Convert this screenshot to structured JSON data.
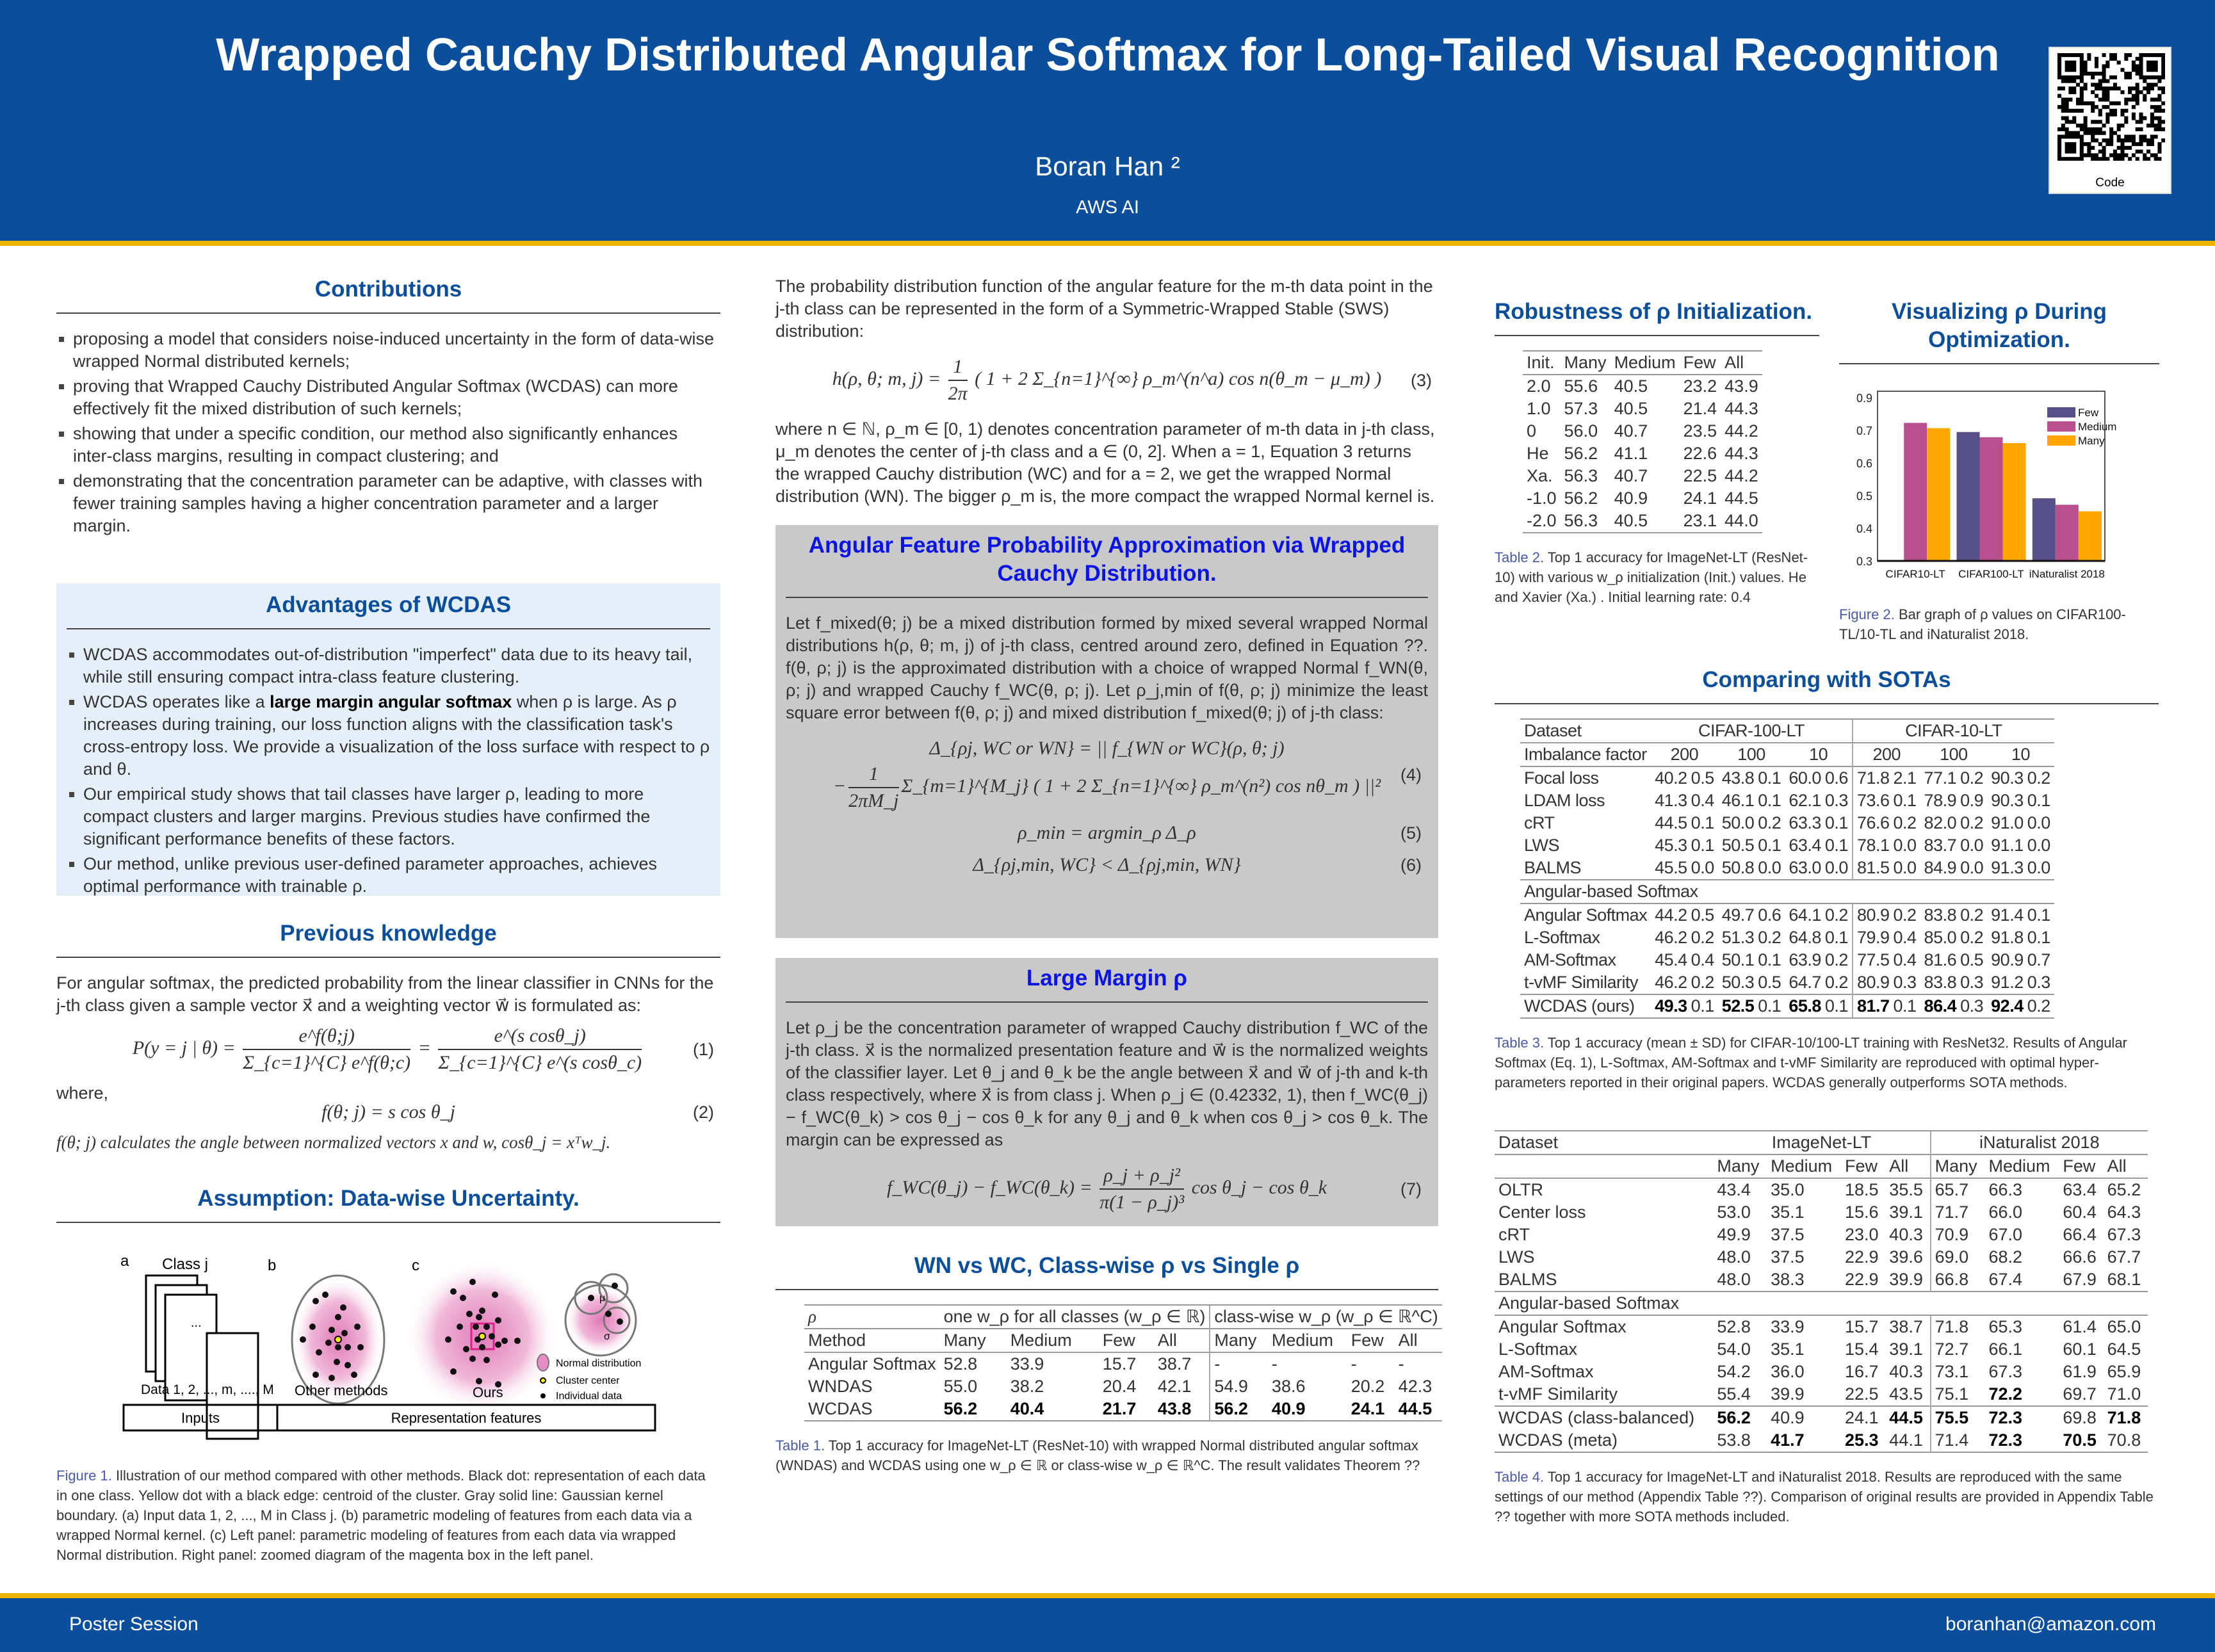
{
  "header": {
    "title": "Wrapped Cauchy Distributed Angular Softmax for Long-Tailed Visual Recognition",
    "author": "Boran Han ²",
    "affiliation": "AWS AI",
    "qr_label": "Code"
  },
  "footer": {
    "left": "Poster Session",
    "right": "boranhan@amazon.com"
  },
  "contributions": {
    "title": "Contributions",
    "items": [
      "proposing a model that considers noise-induced uncertainty in the form of data-wise wrapped Normal distributed kernels;",
      "proving that Wrapped Cauchy Distributed Angular Softmax (WCDAS) can more effectively fit the mixed distribution of such kernels;",
      "showing that under a specific condition, our method also significantly enhances inter-class margins, resulting in compact clustering; and",
      "demonstrating that the concentration parameter can be adaptive, with classes with fewer training samples having a higher concentration parameter and a larger margin."
    ]
  },
  "advantages": {
    "title": "Advantages of WCDAS",
    "items": [
      "WCDAS accommodates out-of-distribution \"imperfect\" data due to its heavy tail, while still ensuring compact intra-class feature clustering.",
      {
        "pre": "WCDAS operates like a ",
        "bold": "large margin angular softmax",
        "post": " when ρ is large. As ρ increases during training, our loss function aligns with the classification task's cross-entropy loss. We provide a visualization of the loss surface with respect to ρ and θ."
      },
      "Our empirical study shows that tail classes have larger ρ, leading to more compact clusters and larger margins. Previous studies have confirmed the significant performance benefits of these factors.",
      "Our method, unlike previous user-defined parameter approaches, achieves optimal performance with trainable ρ."
    ]
  },
  "previous": {
    "title": "Previous knowledge",
    "intro": "For angular softmax, the predicted probability from the linear classifier in CNNs for the j-th class given a sample vector x⃗ and a weighting vector w⃗ is formulated as:",
    "eq1_lhs": "P(y = j | θ) =",
    "eq1_n1": "e^f(θ;j)",
    "eq1_d1": "Σ_{c=1}^{C} e^f(θ;c)",
    "eq1_eq": "=",
    "eq1_n2": "e^(s cosθ_j)",
    "eq1_d2": "Σ_{c=1}^{C} e^(s cosθ_c)",
    "eq1_num": "(1)",
    "where": "where,",
    "eq2": "f(θ; j) = s cos θ_j",
    "eq2_num": "(2)",
    "outro": "f(θ; j) calculates the angle between normalized vectors x and w, cosθ_j = xᵀw_j."
  },
  "assumption": {
    "title": "Assumption: Data-wise Uncertainty.",
    "fig": {
      "a": "a",
      "b": "b",
      "c": "c",
      "class_j": "Class j",
      "dots": "...",
      "data": "Data 1, 2, ..., m, ...., M",
      "other": "Other methods",
      "ours": "Ours",
      "mu": "μ",
      "sigma": "σ",
      "legend": [
        "Normal distribution",
        "Cluster center",
        "Individual data"
      ],
      "inputs": "Inputs",
      "repr": "Representation features"
    },
    "caption_label": "Figure 1.",
    "caption": " Illustration of our method compared with other methods. Black dot: representation of each data in one class. Yellow dot with a black edge: centroid of the cluster. Gray solid line: Gaussian kernel boundary. (a) Input data 1, 2, ..., M in Class j. (b) parametric modeling of features from each data via a wrapped Normal kernel. (c) Left panel: parametric modeling of features from each data via wrapped Normal distribution. Right panel: zoomed diagram of the magenta box in the left panel."
  },
  "sws": {
    "intro": "The probability distribution function of the angular feature for the m-th data point in the j-th class can be represented in the form of a Symmetric-Wrapped Stable (SWS) distribution:",
    "eq3_lhs": "h(ρ, θ; m, j) =",
    "eq3_n": "1",
    "eq3_d": "2π",
    "eq3_rhs": "( 1 + 2 Σ_{n=1}^{∞} ρ_m^(n^a) cos n(θ_m − μ_m) )",
    "eq3_num": "(3)",
    "body": "where n ∈ ℕ, ρ_m ∈ [0, 1) denotes concentration parameter of m-th data in j-th class, μ_m denotes the center of j-th class and a ∈ (0, 2]. When a = 1, Equation 3 returns the wrapped Cauchy distribution (WC) and for a = 2, we get the wrapped Normal distribution (WN). The bigger ρ_m is, the more compact the wrapped Normal kernel is."
  },
  "approx": {
    "title": "Angular Feature Probability Approximation via Wrapped Cauchy Distribution.",
    "body": "Let f_mixed(θ; j) be a mixed distribution formed by mixed several wrapped Normal distributions h(ρ, θ; m, j) of j-th class, centred around zero, defined in Equation ??. f(θ, ρ; j) is the approximated distribution with a choice of wrapped Normal f_WN(θ, ρ; j) and wrapped Cauchy f_WC(θ, ρ; j). Let ρ_j,min of f(θ, ρ; j) minimize the least square error between f(θ, ρ; j) and mixed distribution f_mixed(θ; j) of j-th class:",
    "eq4a": "Δ_{ρj, WC or WN} = || f_{WN or WC}(ρ, θ; j)",
    "eq4_pre": "−",
    "eq4_n": "1",
    "eq4_d": "2πM_j",
    "eq4b": "Σ_{m=1}^{M_j} ( 1 + 2 Σ_{n=1}^{∞} ρ_m^(n²) cos nθ_m ) ||²",
    "eq4_num": "(4)",
    "eq5": "ρ_min = argmin_ρ Δ_ρ",
    "eq5_num": "(5)",
    "eq6": "Δ_{ρj,min, WC} < Δ_{ρj,min, WN}",
    "eq6_num": "(6)"
  },
  "margin": {
    "title": "Large Margin ρ",
    "body": "Let ρ_j be the concentration parameter of wrapped Cauchy distribution f_WC of the j-th class. x⃗ is the normalized presentation feature and w⃗ is the normalized weights of the classifier layer. Let θ_j and θ_k be the angle between x⃗ and w⃗ of j-th and k-th class respectively, where x⃗ is from class j. When ρ_j ∈ (0.42332, 1), then f_WC(θ_j) − f_WC(θ_k) > cos θ_j − cos θ_k for any θ_j and θ_k when cos θ_j > cos θ_k. The margin can be expressed as",
    "eq7_lhs": "f_WC(θ_j) − f_WC(θ_k) =",
    "eq7_n": "ρ_j + ρ_j²",
    "eq7_d": "π(1 − ρ_j)³",
    "eq7_rhs": "cos θ_j − cos θ_k",
    "eq7_num": "(7)"
  },
  "table1": {
    "title": "WN vs WC, Class-wise ρ vs Single ρ",
    "group_header": [
      "ρ",
      "one w_ρ for all classes (w_ρ ∈ ℝ)",
      "class-wise w_ρ (w_ρ ∈ ℝ^C)"
    ],
    "header": [
      "Method",
      "Many",
      "Medium",
      "Few",
      "All",
      "Many",
      "Medium",
      "Few",
      "All"
    ],
    "rows": [
      {
        "cells": [
          "Angular Softmax",
          "52.8",
          "33.9",
          "15.7",
          "38.7",
          "-",
          "-",
          "-",
          "-"
        ],
        "bold": []
      },
      {
        "cells": [
          "WNDAS",
          "55.0",
          "38.2",
          "20.4",
          "42.1",
          "54.9",
          "38.6",
          "20.2",
          "42.3"
        ],
        "bold": []
      },
      {
        "cells": [
          "WCDAS",
          "56.2",
          "40.4",
          "21.7",
          "43.8",
          "56.2",
          "40.9",
          "24.1",
          "44.5"
        ],
        "bold": [
          1,
          2,
          3,
          4,
          5,
          6,
          7,
          8
        ]
      }
    ],
    "caption_label": "Table 1.",
    "caption": " Top 1 accuracy for ImageNet-LT (ResNet-10) with wrapped Normal distributed angular softmax (WNDAS) and WCDAS using one w_ρ ∈ ℝ or class-wise w_ρ ∈ ℝ^C. The result validates Theorem ??"
  },
  "table2": {
    "title": "Robustness of ρ Initialization.",
    "header": [
      "Init.",
      "Many",
      "Medium",
      "Few",
      "All"
    ],
    "rows": [
      {
        "cells": [
          "2.0",
          "55.6",
          "40.5",
          "23.2",
          "43.9"
        ],
        "bold": []
      },
      {
        "cells": [
          "1.0",
          "57.3",
          "40.5",
          "21.4",
          "44.3"
        ],
        "bold": []
      },
      {
        "cells": [
          "0",
          "56.0",
          "40.7",
          "23.5",
          "44.2"
        ],
        "bold": []
      },
      {
        "cells": [
          "He",
          "56.2",
          "41.1",
          "22.6",
          "44.3"
        ],
        "bold": []
      },
      {
        "cells": [
          "Xa.",
          "56.3",
          "40.7",
          "22.5",
          "44.2"
        ],
        "bold": []
      },
      {
        "cells": [
          "-1.0",
          "56.2",
          "40.9",
          "24.1",
          "44.5"
        ],
        "bold": []
      },
      {
        "cells": [
          "-2.0",
          "56.3",
          "40.5",
          "23.1",
          "44.0"
        ],
        "bold": []
      }
    ],
    "caption_label": "Table 2.",
    "caption": " Top 1 accuracy for ImageNet-LT (ResNet-10) with various w_ρ initialization (Init.) values. He and Xavier (Xa.) . Initial learning rate: 0.4"
  },
  "figure2": {
    "title": "Visualizing ρ During Optimization.",
    "caption_label": "Figure 2.",
    "caption": " Bar graph of ρ values on CIFAR100-TL/10-TL and iNaturalist 2018."
  },
  "chart_data": {
    "type": "bar",
    "title": "",
    "xlabel": "",
    "ylabel": "",
    "ylim": [
      0.3,
      0.82
    ],
    "categories": [
      "CIFAR10-LT",
      "CIFAR100-LT",
      "iNaturalist 2018"
    ],
    "series": [
      {
        "name": "Few",
        "color": "#574f8a",
        "values": [
          null,
          0.695,
          0.492
        ]
      },
      {
        "name": "Medium",
        "color": "#b94f8c",
        "values": [
          0.723,
          0.679,
          0.472
        ]
      },
      {
        "name": "Many",
        "color": "#ffa600",
        "values": [
          0.707,
          0.661,
          0.452
        ]
      }
    ],
    "yticks": [
      0.3,
      0.4,
      0.5,
      0.6,
      0.7,
      0.8
    ],
    "ytick_labels": [
      "0.3",
      "0.4",
      "0.5",
      "0.6",
      "0.7",
      "0.9"
    ],
    "legend": "top-right",
    "grid": false
  },
  "table3": {
    "title": "Comparing with SOTAs",
    "group_header": [
      "Dataset",
      "CIFAR-100-LT",
      "CIFAR-10-LT"
    ],
    "header": [
      "Imbalance factor",
      "200",
      "100",
      "10",
      "200",
      "100",
      "10"
    ],
    "rows": [
      {
        "cells": [
          "Focal loss",
          "40.2",
          "0.5",
          "43.8",
          "0.1",
          "60.0",
          "0.6",
          "71.8",
          "2.1",
          "77.1",
          "0.2",
          "90.3",
          "0.2"
        ],
        "bold": []
      },
      {
        "cells": [
          "LDAM loss",
          "41.3",
          "0.4",
          "46.1",
          "0.1",
          "62.1",
          "0.3",
          "73.6",
          "0.1",
          "78.9",
          "0.9",
          "90.3",
          "0.1"
        ],
        "bold": []
      },
      {
        "cells": [
          "cRT",
          "44.5",
          "0.1",
          "50.0",
          "0.2",
          "63.3",
          "0.1",
          "76.6",
          "0.2",
          "82.0",
          "0.2",
          "91.0",
          "0.0"
        ],
        "bold": []
      },
      {
        "cells": [
          "LWS",
          "45.3",
          "0.1",
          "50.5",
          "0.1",
          "63.4",
          "0.1",
          "78.1",
          "0.0",
          "83.7",
          "0.0",
          "91.1",
          "0.0"
        ],
        "bold": []
      },
      {
        "cells": [
          "BALMS",
          "45.5",
          "0.0",
          "50.8",
          "0.0",
          "63.0",
          "0.0",
          "81.5",
          "0.0",
          "84.9",
          "0.0",
          "91.3",
          "0.0"
        ],
        "bold": []
      }
    ],
    "section": "Angular-based Softmax",
    "rows2": [
      {
        "cells": [
          "Angular Softmax",
          "44.2",
          "0.5",
          "49.7",
          "0.6",
          "64.1",
          "0.2",
          "80.9",
          "0.2",
          "83.8",
          "0.2",
          "91.4",
          "0.1"
        ],
        "bold": []
      },
      {
        "cells": [
          "L-Softmax",
          "46.2",
          "0.2",
          "51.3",
          "0.2",
          "64.8",
          "0.1",
          "79.9",
          "0.4",
          "85.0",
          "0.2",
          "91.8",
          "0.1"
        ],
        "bold": []
      },
      {
        "cells": [
          "AM-Softmax",
          "45.4",
          "0.4",
          "50.1",
          "0.1",
          "63.9",
          "0.2",
          "77.5",
          "0.4",
          "81.6",
          "0.5",
          "90.9",
          "0.7"
        ],
        "bold": []
      },
      {
        "cells": [
          "t-vMF Similarity",
          "46.2",
          "0.2",
          "50.3",
          "0.5",
          "64.7",
          "0.2",
          "80.9",
          "0.3",
          "83.8",
          "0.3",
          "91.2",
          "0.3"
        ],
        "bold": []
      },
      {
        "cells": [
          "WCDAS (ours)",
          "49.3",
          "0.1",
          "52.5",
          "0.1",
          "65.8",
          "0.1",
          "81.7",
          "0.1",
          "86.4",
          "0.3",
          "92.4",
          "0.2"
        ],
        "bold": [
          1,
          3,
          5,
          7,
          9,
          11
        ]
      }
    ],
    "caption_label": "Table 3.",
    "caption": " Top 1 accuracy (mean ± SD) for CIFAR-10/100-LT training with ResNet32. Results of Angular Softmax (Eq. 1), L-Softmax, AM-Softmax and t-vMF Similarity are reproduced with optimal hyper-parameters reported in their original papers. WCDAS generally outperforms SOTA methods."
  },
  "table4": {
    "group_header": [
      "Dataset",
      "ImageNet-LT",
      "iNaturalist 2018"
    ],
    "header": [
      "",
      "Many",
      "Medium",
      "Few",
      "All",
      "Many",
      "Medium",
      "Few",
      "All"
    ],
    "rows": [
      {
        "cells": [
          "OLTR",
          "43.4",
          "35.0",
          "18.5",
          "35.5",
          "65.7",
          "66.3",
          "63.4",
          "65.2"
        ],
        "bold": []
      },
      {
        "cells": [
          "Center loss",
          "53.0",
          "35.1",
          "15.6",
          "39.1",
          "71.7",
          "66.0",
          "60.4",
          "64.3"
        ],
        "bold": []
      },
      {
        "cells": [
          "cRT",
          "49.9",
          "37.5",
          "23.0",
          "40.3",
          "70.9",
          "67.0",
          "66.4",
          "67.3"
        ],
        "bold": []
      },
      {
        "cells": [
          "LWS",
          "48.0",
          "37.5",
          "22.9",
          "39.6",
          "69.0",
          "68.2",
          "66.6",
          "67.7"
        ],
        "bold": []
      },
      {
        "cells": [
          "BALMS",
          "48.0",
          "38.3",
          "22.9",
          "39.9",
          "66.8",
          "67.4",
          "67.9",
          "68.1"
        ],
        "bold": []
      }
    ],
    "section": "Angular-based Softmax",
    "rows2": [
      {
        "cells": [
          "Angular Softmax",
          "52.8",
          "33.9",
          "15.7",
          "38.7",
          "71.8",
          "65.3",
          "61.4",
          "65.0"
        ],
        "bold": []
      },
      {
        "cells": [
          "L-Softmax",
          "54.0",
          "35.1",
          "15.4",
          "39.1",
          "72.7",
          "66.1",
          "60.1",
          "64.5"
        ],
        "bold": []
      },
      {
        "cells": [
          "AM-Softmax",
          "54.2",
          "36.0",
          "16.7",
          "40.3",
          "73.1",
          "67.3",
          "61.9",
          "65.9"
        ],
        "bold": []
      },
      {
        "cells": [
          "t-vMF Similarity",
          "55.4",
          "39.9",
          "22.5",
          "43.5",
          "75.1",
          "72.2",
          "69.7",
          "71.0"
        ],
        "bold": [
          6
        ]
      },
      {
        "cells": [
          "WCDAS (class-balanced)",
          "56.2",
          "40.9",
          "24.1",
          "44.5",
          "75.5",
          "72.3",
          "69.8",
          "71.8"
        ],
        "bold": [
          1,
          4,
          5,
          6,
          8
        ]
      },
      {
        "cells": [
          "WCDAS (meta)",
          "53.8",
          "41.7",
          "25.3",
          "44.1",
          "71.4",
          "72.3",
          "70.5",
          "70.8"
        ],
        "bold": [
          2,
          3,
          6,
          7
        ]
      }
    ],
    "caption_label": "Table 4.",
    "caption": " Top 1 accuracy for ImageNet-LT and iNaturalist 2018. Results are reproduced with the same settings of our method (Appendix Table ??). Comparison of original results are provided in Appendix Table ?? together with more SOTA methods included."
  }
}
